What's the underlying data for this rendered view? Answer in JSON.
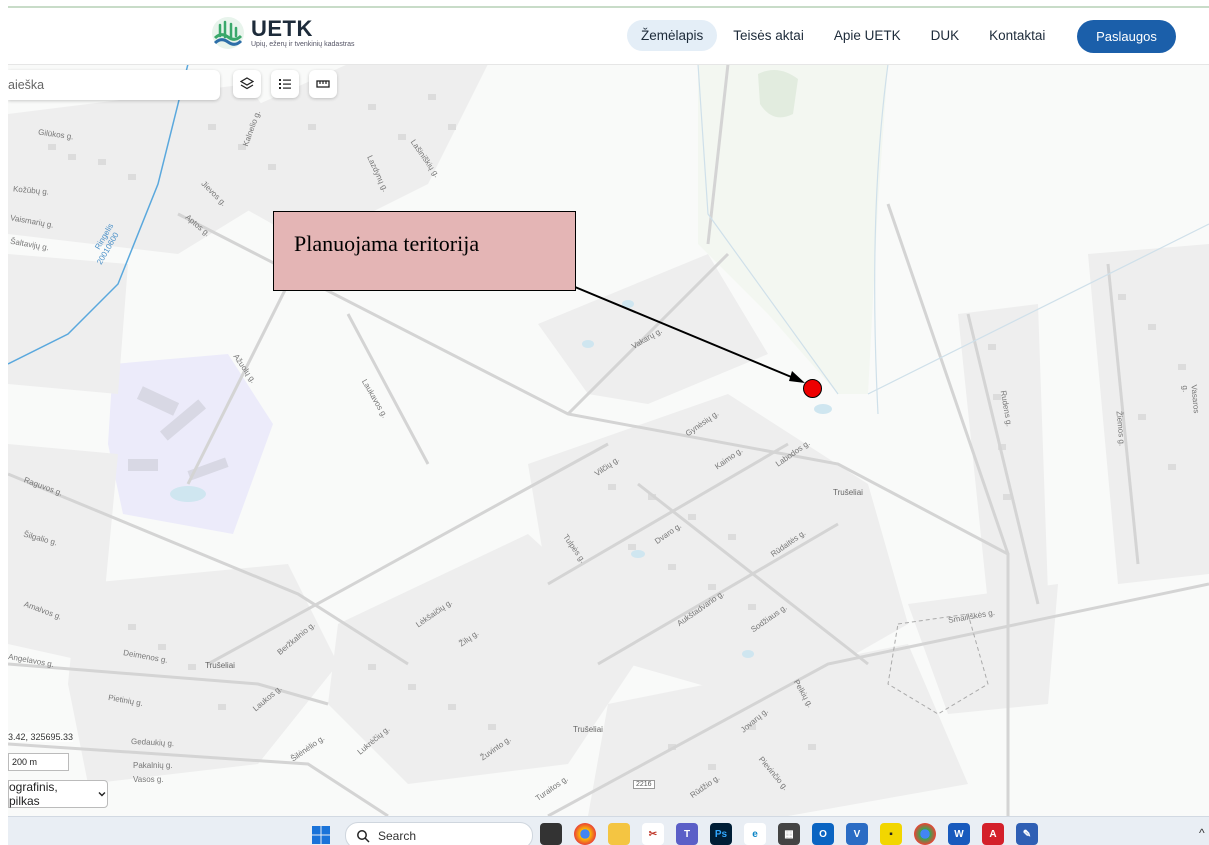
{
  "header": {
    "logo_title": "UETK",
    "logo_subtitle": "Upių, ežerų ir tvenkinių kadastras",
    "nav": [
      "Žemėlapis",
      "Teisės aktai",
      "Apie UETK",
      "DUK",
      "Kontaktai"
    ],
    "active_nav": "Žemėlapis",
    "cta_label": "Paslaugos",
    "accent_color": "#1b5faa"
  },
  "map_controls": {
    "search_placeholder": "aieška",
    "tools": [
      "layers-icon",
      "legend-list-icon",
      "ruler-icon"
    ]
  },
  "annotation": {
    "label": "Planuojama teritorija",
    "fill_color": "#e4b5b5",
    "marker_color": "#ee0000"
  },
  "map_labels": {
    "streets": [
      "Gilūkos g.",
      "Jievos g.",
      "Aptos g.",
      "Kalnelio g.",
      "Lazdynų g.",
      "Lašiniškių g.",
      "Vakarų g.",
      "Laukavos g.",
      "Ažuolų g.",
      "Gynėsių g.",
      "Kaimo g.",
      "Labodos g.",
      "Vilčių g.",
      "Dvaro g.",
      "Tulpės g.",
      "Rūdaitės g.",
      "Aukštadvario g.",
      "Sodžiaus g.",
      "Žilų g.",
      "Lėkšaičių g.",
      "Beržkalnio g.",
      "Laukos g.",
      "Šilėnėlio g.",
      "Lukrėčių g.",
      "Žuvinto g.",
      "Turaitos g.",
      "Rūdžio g.",
      "Jovarų g.",
      "Pievinčio g.",
      "Pelkių g.",
      "Smailiškės g.",
      "Rudens g.",
      "Žiemos g.",
      "Vasaros g.",
      "Raguvos g.",
      "Šilgalio g.",
      "Amalvos g.",
      "Angelavos g.",
      "Deimenos g.",
      "Pietinių g.",
      "Gedaukių g.",
      "Pakalnių g.",
      "Vasos g.",
      "Vaismarių g.",
      "Kožūbų g.",
      "Šaltavijų g."
    ],
    "places": [
      "Trušeliai",
      "Trušeliai",
      "Trušeliai"
    ],
    "river_name": "Ringelis",
    "river_code": "20010600",
    "road_number": "2216"
  },
  "status": {
    "coordinates": "3.42, 325695.33",
    "scale_label": "200 m",
    "basemap_label": "ografinis, pilkas"
  },
  "taskbar": {
    "search_label": "Search",
    "apps": [
      "task-view",
      "chrome",
      "file-explorer",
      "snipping-tool",
      "teams",
      "photoshop",
      "edge-icon",
      "calculator",
      "outlook",
      "visio",
      "sticky-notes",
      "chrome-2",
      "word",
      "acrobat",
      "sketch-app"
    ]
  }
}
